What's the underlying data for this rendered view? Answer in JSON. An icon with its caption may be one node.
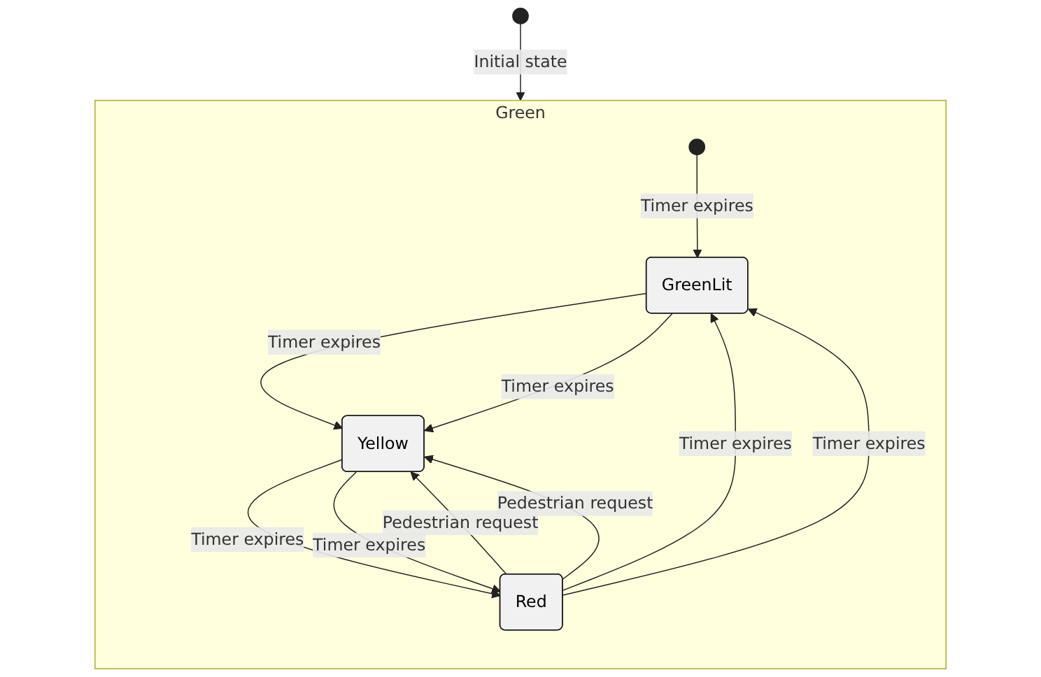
{
  "diagram": {
    "nodes": [
      {
        "text": [],
        "shape": "circle"
      },
      {
        "text": [
          "Green"
        ]
      },
      {
        "text": [],
        "shape": "circle",
        "in": 1
      },
      {
        "text": [
          "GreenLit"
        ],
        "in": 1
      },
      {
        "text": [
          "Yellow"
        ],
        "in": 1
      },
      {
        "text": [
          "Red"
        ],
        "in": 1
      }
    ],
    "edges": [
      {
        "from": 0,
        "to": 1,
        "arrow": "to",
        "label": "Initial state"
      },
      {
        "from": 2,
        "to": 3,
        "arrow": "to",
        "label": "Timer expires"
      },
      {
        "from": 3,
        "to": 4,
        "arrow": "to",
        "label": "Timer expires"
      },
      {
        "from": 3,
        "to": 4,
        "arrow": "to",
        "label": "Timer expires"
      },
      {
        "from": 4,
        "to": 5,
        "arrow": "to",
        "label": "Timer expires"
      },
      {
        "from": 4,
        "to": 5,
        "arrow": "to",
        "label": "Timer expires"
      },
      {
        "from": 5,
        "to": 4,
        "arrow": "to",
        "label": "Pedestrian request"
      },
      {
        "from": 5,
        "to": 4,
        "arrow": "to",
        "label": "Pedestrian request"
      },
      {
        "from": 5,
        "to": 3,
        "arrow": "to",
        "label": "Timer expires"
      },
      {
        "from": 5,
        "to": 3,
        "arrow": "to",
        "label": "Timer expires"
      }
    ]
  }
}
